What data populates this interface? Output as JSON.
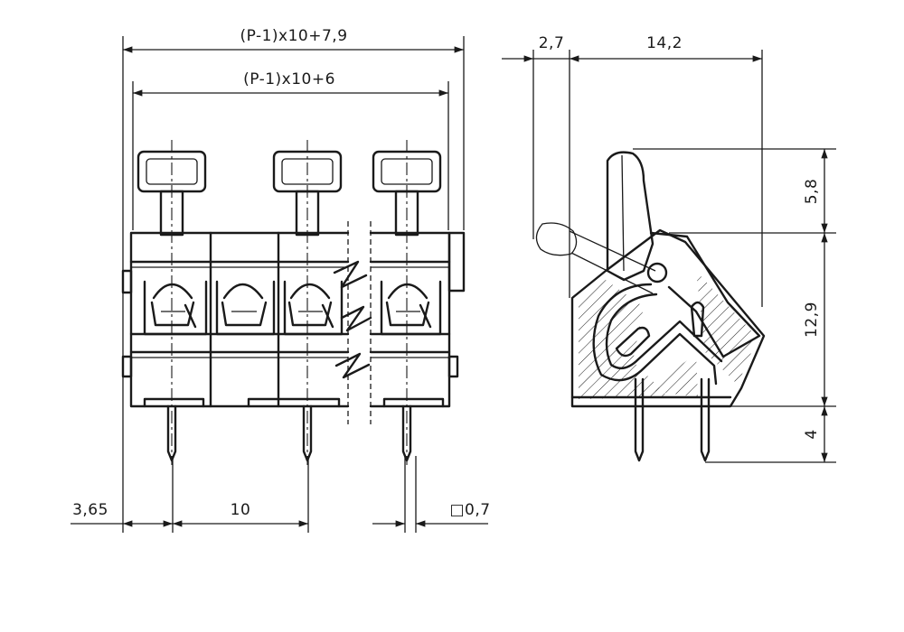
{
  "dimensions": {
    "overall_width": "(P-1)x10+7,9",
    "inner_width": "(P-1)x10+6",
    "left_offset": "3,65",
    "pitch": "10",
    "pin_section": "□0,7",
    "side_offset": "2,7",
    "side_depth": "14,2",
    "lever_height": "5,8",
    "body_height": "12,9",
    "pin_length": "4"
  },
  "colors": {
    "ink": "#1a1a1a",
    "background": "#ffffff"
  }
}
